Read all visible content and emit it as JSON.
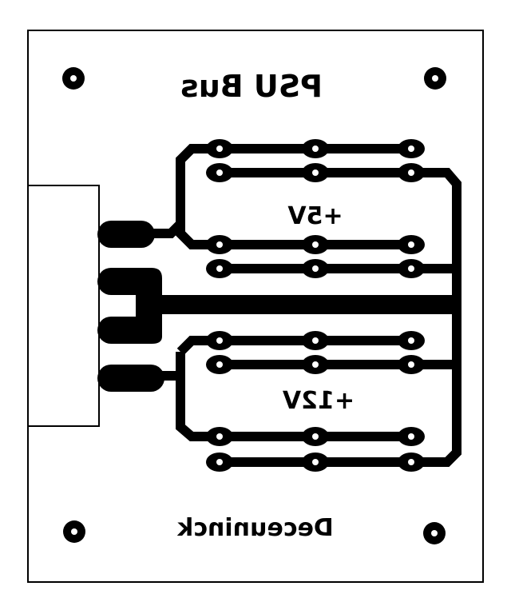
{
  "board": {
    "title": "PSU Bus",
    "rail_5v_label": "+5V",
    "rail_12v_label": "+12V",
    "author": "Deceuninck",
    "mirrored": true,
    "trace_color": "#000000",
    "background_color": "#ffffff"
  },
  "mounting_holes": [
    "top-left",
    "top-right",
    "bottom-left",
    "bottom-right"
  ],
  "connector": {
    "pins": 4
  },
  "pads": {
    "rows": 8,
    "columns": 3
  }
}
